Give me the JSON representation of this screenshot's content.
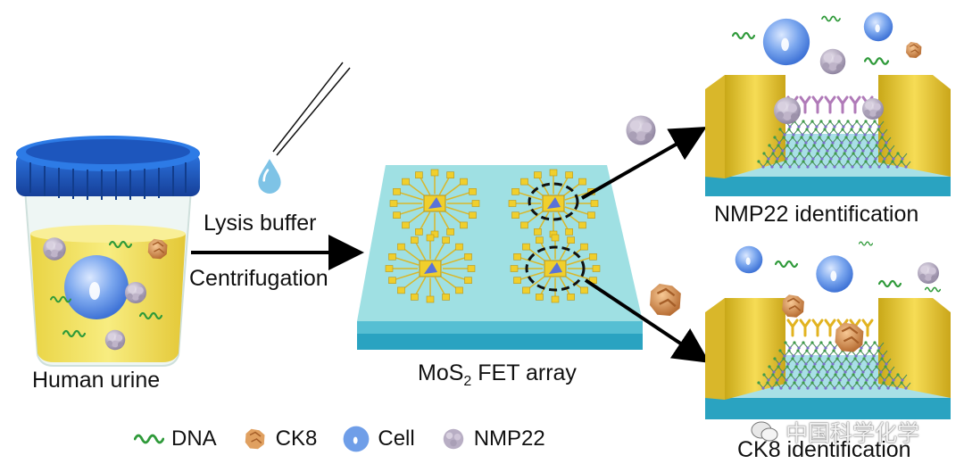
{
  "labels": {
    "human_urine": "Human urine",
    "lysis_buffer": "Lysis buffer",
    "centrifugation": "Centrifugation",
    "fet_array_prefix": "MoS",
    "fet_array_sub": "2",
    "fet_array_suffix": " FET array",
    "nmp22_identification": "NMP22 identification",
    "ck8_identification": "CK8 identification"
  },
  "legend": [
    {
      "icon": "dna-icon",
      "label": "DNA"
    },
    {
      "icon": "ck8-icon",
      "label": "CK8"
    },
    {
      "icon": "cell-icon",
      "label": "Cell"
    },
    {
      "icon": "nmp22-icon",
      "label": "NMP22"
    }
  ],
  "watermark": "中国科学化学",
  "colors": {
    "cap_blue": "#1f5fc4",
    "urine_yellow": "#f2dc4a",
    "substrate_cyan": "#8fd6dc",
    "gold_pad": "#f0cf2c",
    "dna_green": "#2f9a3a",
    "ck8_orange": "#e0a060",
    "cell_blue": "#6f9ee8",
    "nmp22_gray": "#b8aec4"
  }
}
